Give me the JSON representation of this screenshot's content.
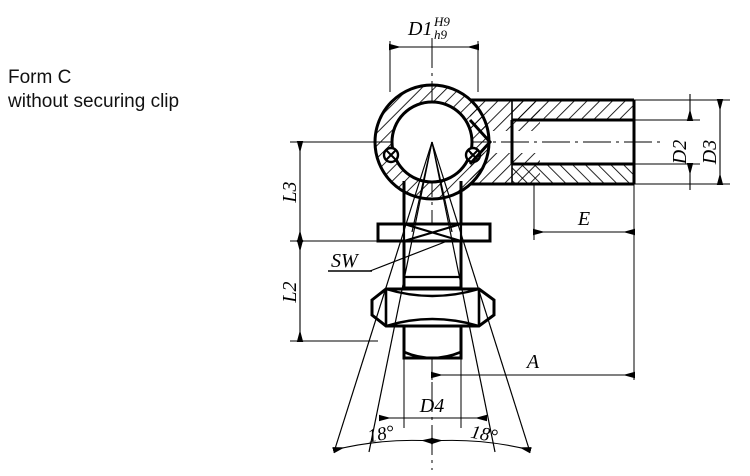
{
  "drawing": {
    "title_block": {
      "line1": "Form C",
      "line2": "without securing clip"
    },
    "type": "engineering-section-view",
    "subject": "ball joint rod end, Form C, without securing clip",
    "line_color": "#000000",
    "background_color": "#ffffff"
  },
  "dimensions": {
    "d1": {
      "label": "D1",
      "tolerance_upper": "H9",
      "tolerance_lower": "h9",
      "orientation": "horizontal",
      "position": "top",
      "description": "bore / ball housing width across ball centre"
    },
    "d2": {
      "label": "D2",
      "orientation": "vertical",
      "position": "right-inner",
      "description": "shank bore diameter"
    },
    "d3": {
      "label": "D3",
      "orientation": "vertical",
      "position": "right-outer",
      "description": "shank outside diameter"
    },
    "d4": {
      "label": "D4",
      "orientation": "horizontal",
      "position": "bottom",
      "description": "threaded stud diameter"
    },
    "l2": {
      "label": "L2",
      "orientation": "vertical",
      "position": "left-lower",
      "description": "stud length below flange"
    },
    "l3": {
      "label": "L3",
      "orientation": "vertical",
      "position": "left-upper",
      "description": "centre of ball to flange face"
    },
    "e": {
      "label": "E",
      "orientation": "horizontal",
      "position": "right-middle",
      "description": "shank length"
    },
    "a": {
      "label": "A",
      "orientation": "horizontal",
      "position": "bottom-right",
      "description": "overall length from stud axis to shank end"
    },
    "sw": {
      "label": "SW",
      "orientation": "leader",
      "position": "left-middle",
      "underlined": true,
      "description": "spanner width across hex flats"
    },
    "angle_left": {
      "label": "18°",
      "orientation": "arc",
      "position": "bottom-left",
      "value": 18,
      "unit": "degree",
      "description": "swivel angle left of stud axis"
    },
    "angle_right": {
      "label": "18°",
      "orientation": "arc",
      "position": "bottom-right",
      "value": 18,
      "unit": "degree",
      "description": "swivel angle right of stud axis"
    }
  }
}
